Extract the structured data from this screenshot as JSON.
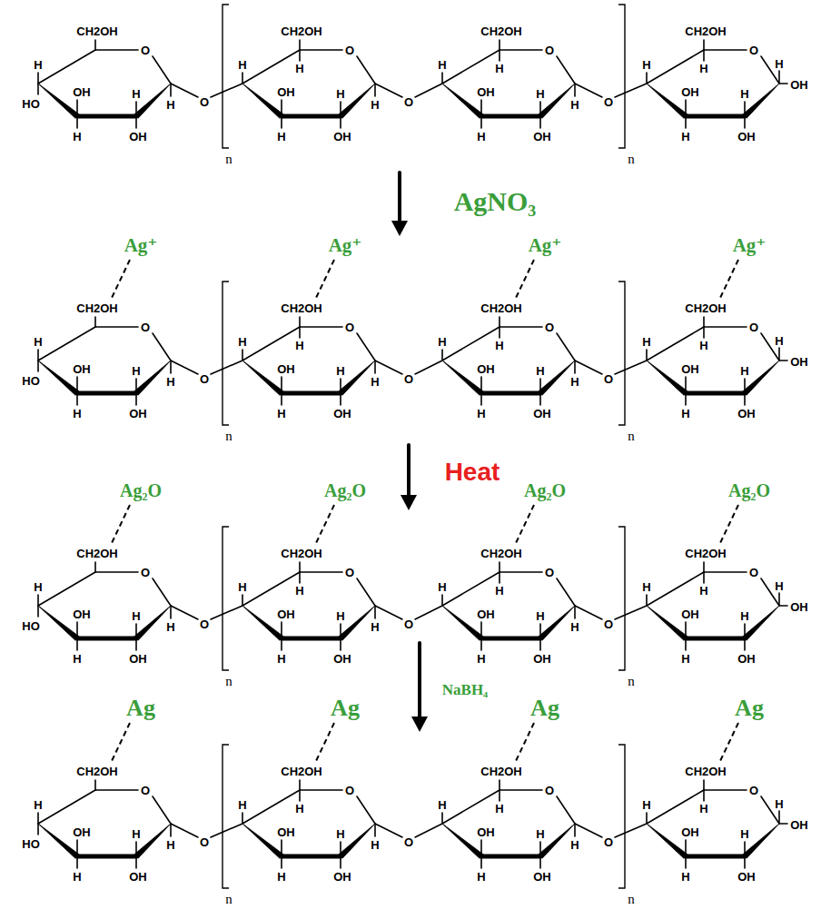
{
  "diagram": {
    "labels": [
      "CH2OH",
      "O",
      "H",
      "HO",
      "OH",
      "H",
      "H",
      "OH",
      "H",
      "O",
      "CH2OH",
      "O",
      "H",
      "H",
      "OH",
      "H",
      "H",
      "OH",
      "H",
      "O",
      "CH2OH",
      "O",
      "H",
      "H",
      "OH",
      "H",
      "H",
      "OH",
      "H",
      "O",
      "CH2OH",
      "O",
      "H",
      "H",
      "OH",
      "H",
      "H",
      "OH",
      "H",
      "OH",
      "n",
      "n",
      "AgNO₃",
      "Ag⁺",
      "Ag⁺",
      "Ag⁺",
      "Ag⁺",
      "CH2OH",
      "O",
      "H",
      "HO",
      "OH",
      "H",
      "H",
      "OH",
      "H",
      "O",
      "CH2OH",
      "O",
      "H",
      "H",
      "OH",
      "H",
      "H",
      "OH",
      "H",
      "O",
      "CH2OH",
      "O",
      "H",
      "H",
      "OH",
      "H",
      "H",
      "OH",
      "H",
      "O",
      "CH2OH",
      "O",
      "H",
      "H",
      "OH",
      "H",
      "H",
      "OH",
      "H",
      "OH",
      "n",
      "n",
      "Heat",
      "Ag₂O",
      "Ag₂O",
      "Ag₂O",
      "Ag₂O",
      "CH2OH",
      "O",
      "H",
      "HO",
      "OH",
      "H",
      "H",
      "OH",
      "H",
      "O",
      "CH2OH",
      "O",
      "H",
      "H",
      "OH",
      "H",
      "H",
      "OH",
      "H",
      "O",
      "CH2OH",
      "O",
      "H",
      "H",
      "OH",
      "H",
      "H",
      "OH",
      "H",
      "O",
      "CH2OH",
      "O",
      "H",
      "H",
      "OH",
      "H",
      "H",
      "OH",
      "H",
      "OH",
      "n",
      "n",
      "NaBH₄",
      "Ag",
      "Ag",
      "Ag",
      "Ag",
      "CH2OH",
      "O",
      "H",
      "HO",
      "OH",
      "H",
      "H",
      "OH",
      "H",
      "O",
      "CH2OH",
      "O",
      "H",
      "H",
      "OH",
      "H",
      "H",
      "OH",
      "H",
      "O",
      "CH2OH",
      "O",
      "H",
      "H",
      "OH",
      "H",
      "H",
      "OH",
      "H",
      "O",
      "CH2OH",
      "O",
      "H",
      "H",
      "OH",
      "H",
      "H",
      "OH",
      "H",
      "OH",
      "n",
      "n"
    ]
  }
}
